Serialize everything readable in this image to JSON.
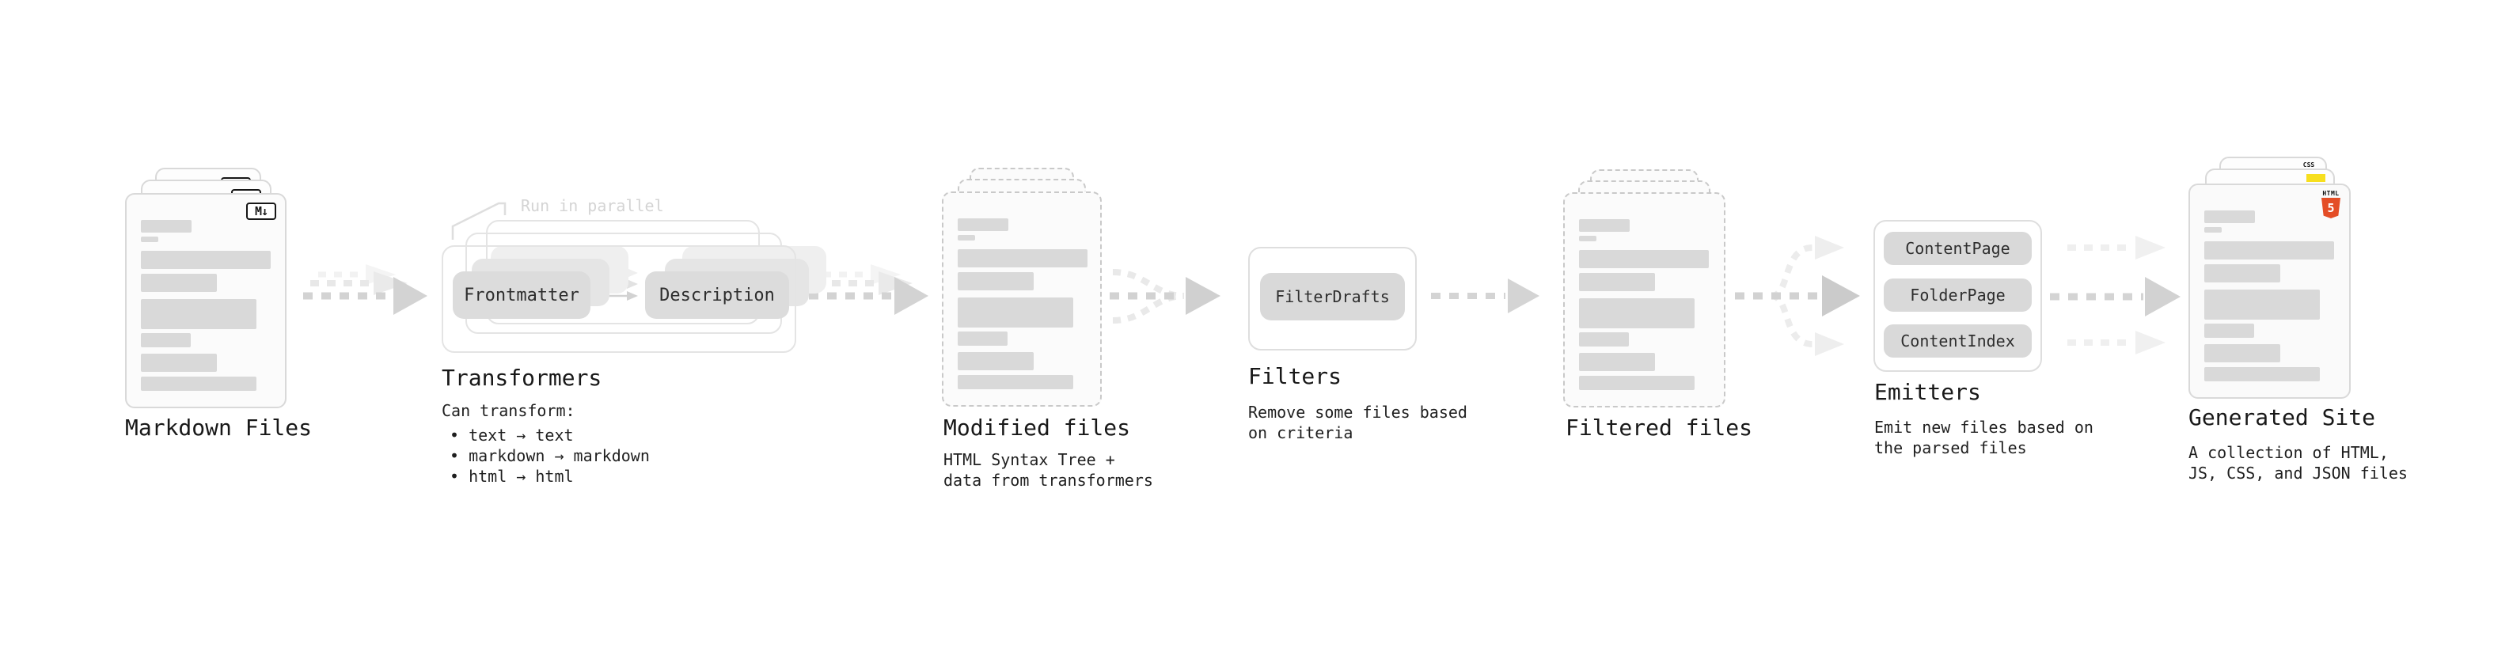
{
  "diagram": {
    "markdown": {
      "title": "Markdown Files",
      "icon": "M↓"
    },
    "transformers": {
      "note": "Run in parallel",
      "source_pill": "Frontmatter",
      "target_pill": "Description",
      "title": "Transformers",
      "heading": "Can transform:",
      "bullets": [
        "• text → text",
        "• markdown → markdown",
        "• html → html"
      ]
    },
    "modified": {
      "title": "Modified files",
      "subtitle": [
        "HTML Syntax Tree +",
        "data from transformers"
      ]
    },
    "filters": {
      "pill": "FilterDrafts",
      "title": "Filters",
      "subtitle": [
        "Remove some files based",
        "on criteria"
      ]
    },
    "filtered": {
      "title": "Filtered files"
    },
    "emitters": {
      "pills": [
        "ContentPage",
        "FolderPage",
        "ContentIndex"
      ],
      "title": "Emitters",
      "subtitle": [
        "Emit new files based on",
        "the parsed files"
      ]
    },
    "generated": {
      "title": "Generated Site",
      "subtitle": [
        "A collection of HTML,",
        "JS, CSS, and JSON files"
      ],
      "html5_text": "HTML",
      "html5_digit": "5",
      "css_text": "CSS"
    }
  },
  "colors": {
    "html5_orange": "#e44d26",
    "js_yellow": "#f7df1e",
    "css_blue": "#2965f1"
  }
}
